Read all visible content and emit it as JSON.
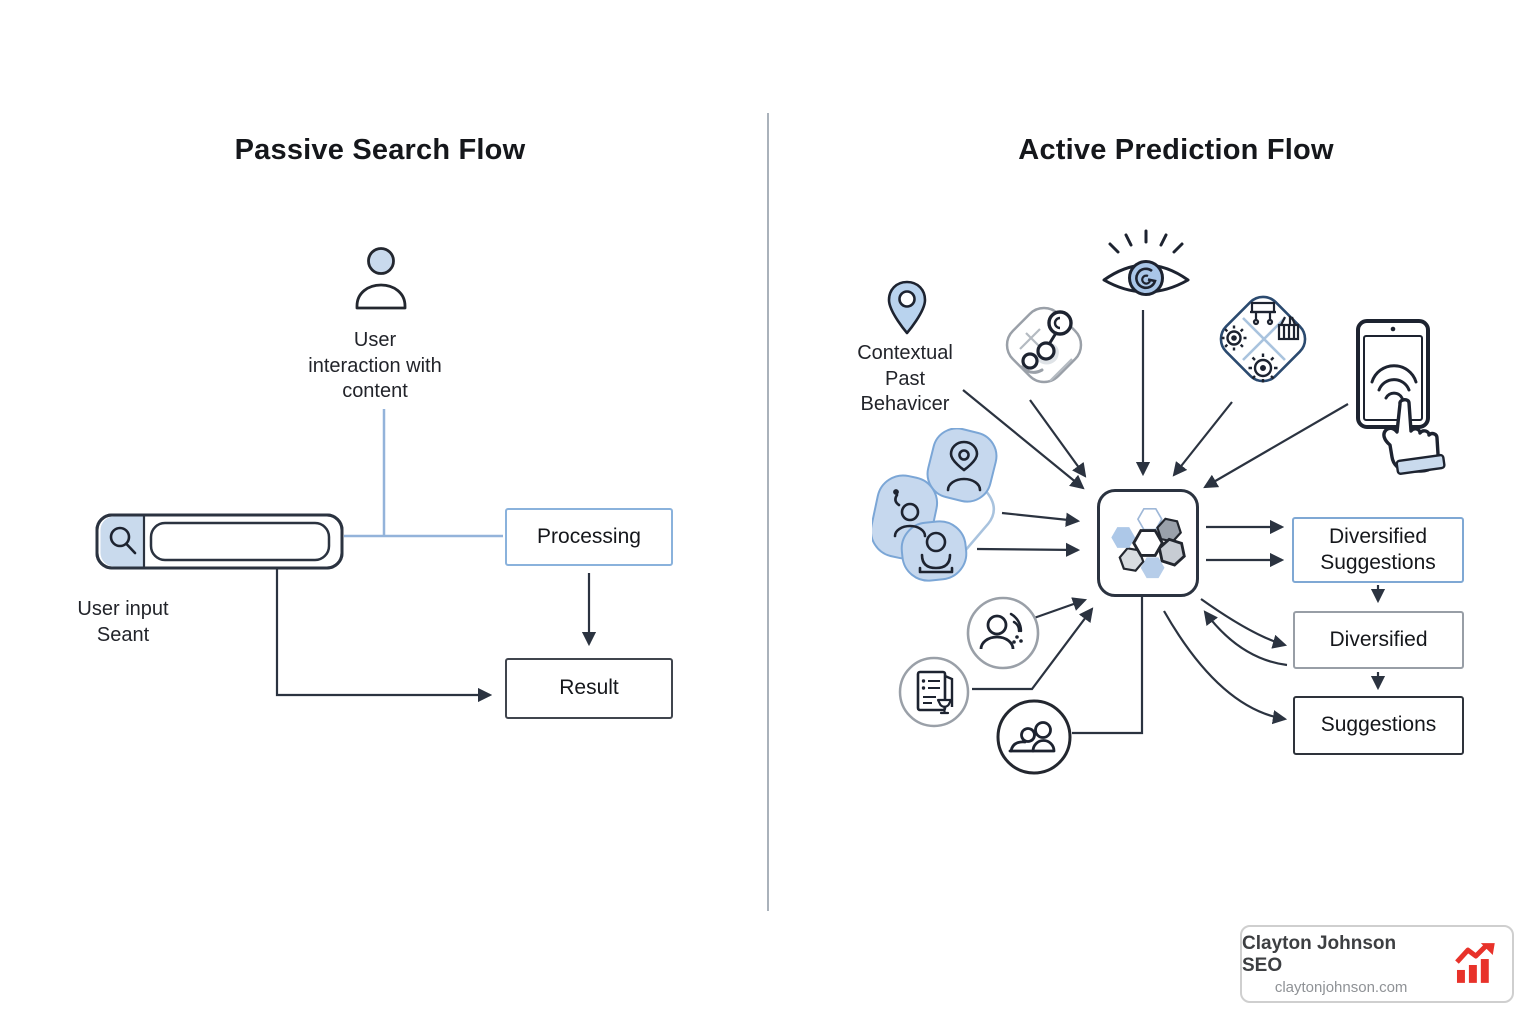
{
  "left_panel": {
    "title": "Passive Search Flow",
    "user_label": "User\ninteraction with\ncontent",
    "search_label": "User input\nSeant",
    "processing_label": "Processing",
    "result_label": "Result"
  },
  "right_panel": {
    "title": "Active Prediction Flow",
    "context_label": "Contextual\nPast\nBehavicer",
    "output_boxes": [
      {
        "label": "Diversified\nSuggestions"
      },
      {
        "label": "Diversified"
      },
      {
        "label": "Suggestions"
      }
    ]
  },
  "branding": {
    "name": "Clayton Johnson SEO",
    "website": "claytonjohnson.com"
  },
  "icons": {
    "user": "person-silhouette",
    "search": "magnifier-in-search-bar",
    "eye": "eye-with-lashes",
    "location_pin": "map-pin",
    "map": "map-with-location-dots",
    "interests": "diamond-with-gears-and-shops",
    "device": "tablet-with-touching-hand",
    "user_cluster": "blue-user-profile-cluster",
    "user_signal": "person-broadcast-circle",
    "document": "document-list-circle",
    "people": "people-group-circle",
    "engine": "hexagon-cluster-box",
    "brand_chart": "red-growth-bar-chart"
  },
  "colors": {
    "accent_blue": "#7fa8d4",
    "fill_blue": "#c9daed",
    "line_dark": "#2b3340",
    "line_gray": "#9aa0a8",
    "brand_red": "#e8322a"
  }
}
